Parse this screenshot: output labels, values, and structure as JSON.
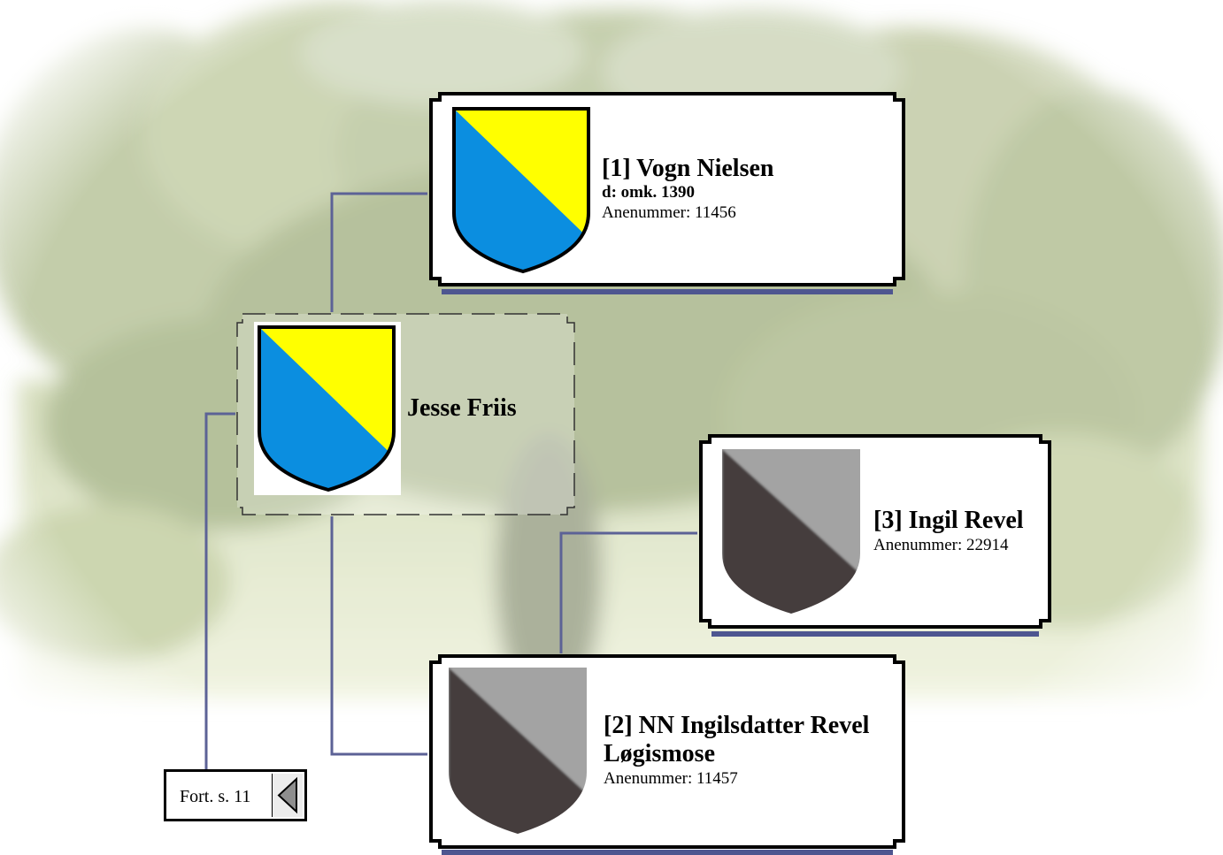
{
  "colors": {
    "connector": "#5c6296",
    "shadow": "#4e5690",
    "crest_friis_yellow": "#ffff00",
    "crest_friis_blue": "#0b8ee0",
    "crest_revel_light": "#a3a3a3",
    "crest_revel_dark": "#443d3e"
  },
  "persons": {
    "vogn": {
      "name": "[1] Vogn Nielsen",
      "death": "d: omk. 1390",
      "ahnen": "Anenummer: 11456",
      "crest": "friis-shield-icon"
    },
    "jesse": {
      "name": "Jesse Friis",
      "crest": "friis-shield-icon"
    },
    "ingil": {
      "name": "[3] Ingil Revel",
      "ahnen": "Anenummer: 22914",
      "crest": "revel-shield-icon"
    },
    "nn": {
      "name_line1": "[2] NN Ingilsdatter Revel",
      "name_line2": "Løgismose",
      "ahnen": "Anenummer: 11457",
      "crest": "revel-shield-icon"
    }
  },
  "continuation": {
    "label": "Fort. s. 11",
    "icon": "triangle-left-icon"
  }
}
